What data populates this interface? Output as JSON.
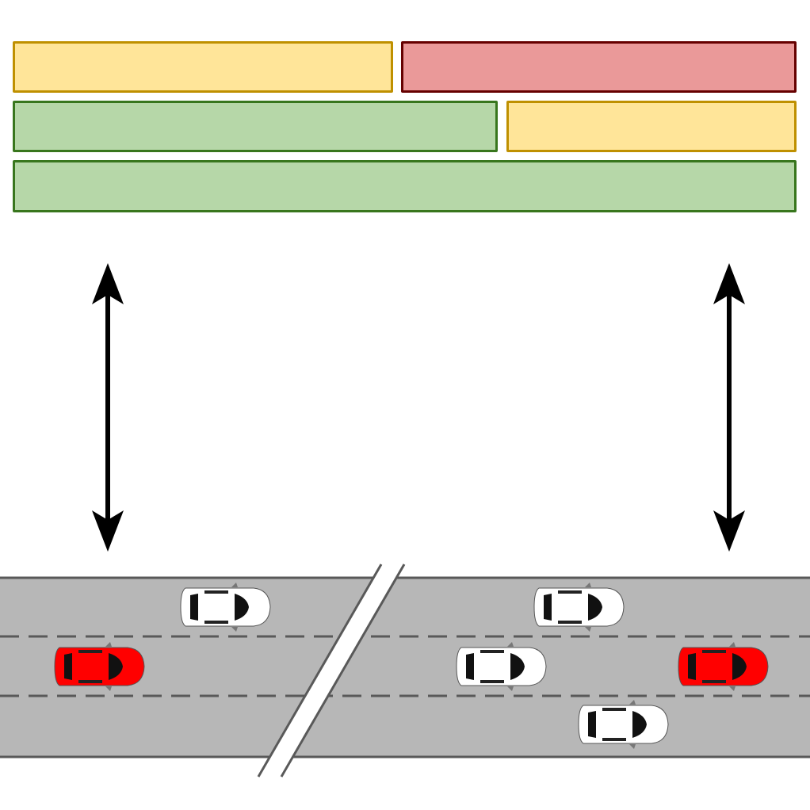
{
  "colors": {
    "yellow_fill": "#ffe599",
    "yellow_border": "#bf9000",
    "red_fill": "#ea9999",
    "red_border": "#660000",
    "green_fill": "#b6d7a8",
    "green_border": "#38761d",
    "road": "#b7b7b7",
    "road_edge": "#595959",
    "car_red": "#ff0000",
    "car_white": "#ffffff"
  },
  "rows": [
    [
      {
        "status": "yellow"
      },
      {
        "status": "red"
      }
    ],
    [
      {
        "status": "green"
      },
      {
        "status": "yellow"
      }
    ],
    [
      {
        "status": "green"
      }
    ]
  ],
  "icons": {
    "arrow": "double-headed-vertical-arrow",
    "car": "car-top-view",
    "break": "road-break-marker"
  },
  "road": {
    "lanes": 3,
    "cars": [
      {
        "lane": 1,
        "color": "white",
        "segment": "left"
      },
      {
        "lane": 2,
        "color": "red",
        "segment": "left"
      },
      {
        "lane": 1,
        "color": "white",
        "segment": "right"
      },
      {
        "lane": 2,
        "color": "white",
        "segment": "right"
      },
      {
        "lane": 2,
        "color": "red",
        "segment": "right"
      },
      {
        "lane": 3,
        "color": "white",
        "segment": "right"
      }
    ]
  }
}
